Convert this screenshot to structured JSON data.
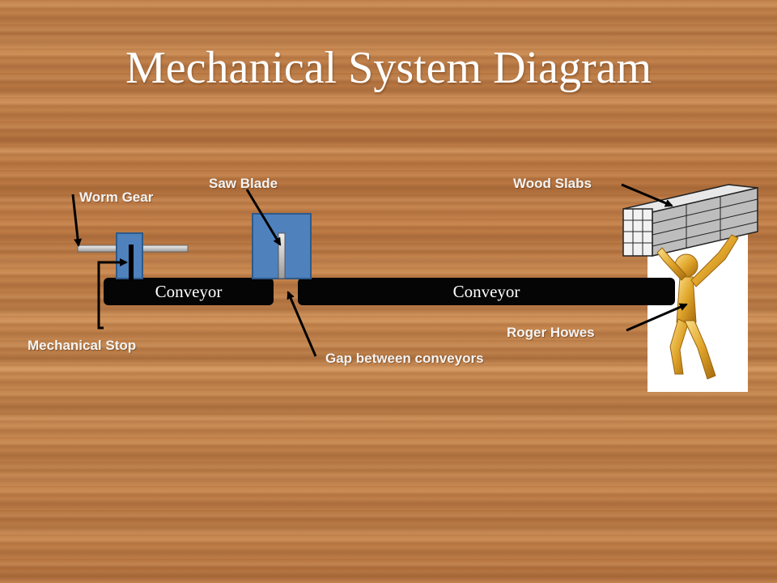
{
  "title": "Mechanical System Diagram",
  "labels": {
    "worm_gear": "Worm Gear",
    "saw_blade": "Saw Blade",
    "wood_slabs": "Wood Slabs",
    "mechanical_stop": "Mechanical Stop",
    "gap": "Gap between conveyors",
    "person": "Roger Howes"
  },
  "conveyors": [
    "Conveyor",
    "Conveyor"
  ],
  "colors": {
    "component_blue": "#4f81bd",
    "component_border": "#2e5a8a",
    "conveyor": "#050505",
    "figure_gold": "#e0a52a",
    "wood_bg": "#c98a52"
  }
}
